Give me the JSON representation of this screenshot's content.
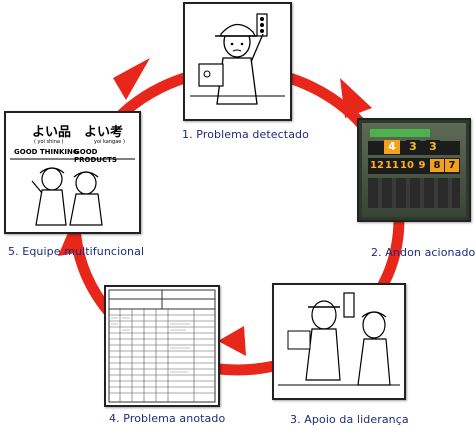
{
  "steps": [
    {
      "label": "1. Problema detectado"
    },
    {
      "label": "2. Andon acionado"
    },
    {
      "label": "3. Apoio da liderança"
    },
    {
      "label": "4. Problema anotado"
    },
    {
      "label": "5. Equipe multifuncional"
    }
  ],
  "poster": {
    "jp_left": "よい品",
    "jp_right": "よい考",
    "romaji_left": "( yoi shina )",
    "romaji_right": "yoi kangae )",
    "en_left": "GOOD THINKING",
    "en_right": "GOOD PRODUCTS"
  },
  "andon_board": {
    "row1": [
      "4",
      "3",
      "3"
    ],
    "row2": [
      "12",
      "11",
      "10",
      "9",
      "8",
      "7"
    ]
  },
  "colors": {
    "arrow": "#e8261a",
    "label_text": "#1f2a7a"
  }
}
